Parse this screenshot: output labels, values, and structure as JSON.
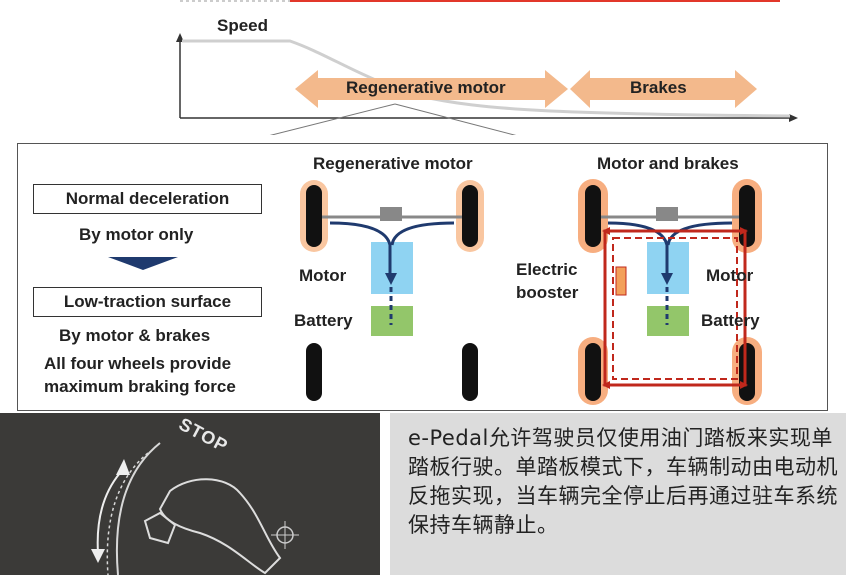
{
  "top_chart": {
    "speed_label": "Speed",
    "regen_label": "Regenerative motor",
    "brakes_label": "Brakes"
  },
  "left_column": {
    "normal_deceleration": "Normal deceleration",
    "by_motor_only": "By motor only",
    "low_traction": "Low-traction surface",
    "by_motor_brakes": "By motor & brakes",
    "all_four_line1": "All four wheels provide",
    "all_four_line2": "maximum braking force"
  },
  "middle_diagram": {
    "title": "Regenerative motor",
    "motor_label": "Motor",
    "battery_label": "Battery"
  },
  "right_diagram": {
    "title": "Motor and brakes",
    "electric_line1": "Electric",
    "electric_line2": "booster",
    "motor_label": "Motor",
    "battery_label": "Battery"
  },
  "photo": {
    "stop_label": "STOP"
  },
  "caption": {
    "text": "e-Pedal允许驾驶员仅使用油门踏板来实现单踏板行驶。单踏板模式下，车辆制动由电动机反拖实现，当车辆完全停止后再通过驻车系统保持车辆静止。"
  },
  "colors": {
    "arrow_orange": "#f3b98c",
    "brake_red": "#c0281c",
    "motor_blue": "#8fd3f2",
    "battery_green": "#93c66a",
    "wheel_glow": "#f6a06a",
    "navy_arrow": "#1f3a6e"
  }
}
